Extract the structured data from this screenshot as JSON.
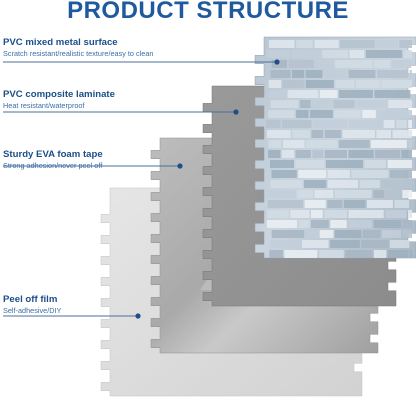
{
  "title": "PRODUCT STRUCTURE",
  "colors": {
    "title": "#1f5a9e",
    "label_head": "#1b4f8a",
    "label_sub": "#3a6ea5",
    "leader": "#4a6f99",
    "dot": "#1f4f86"
  },
  "layers": [
    {
      "id": "surface",
      "name": "PVC mixed metal surface",
      "description": "Scratch resistant/realistic texture/easy to clean"
    },
    {
      "id": "laminate",
      "name": "PVC composite laminate",
      "description": "Heat resistant/waterproof"
    },
    {
      "id": "foam",
      "name": "Sturdy EVA foam tape",
      "description": "Strong adhesion/never peel off"
    },
    {
      "id": "film",
      "name": "Peel off film",
      "description": "Self-adhesive/DIY"
    }
  ]
}
